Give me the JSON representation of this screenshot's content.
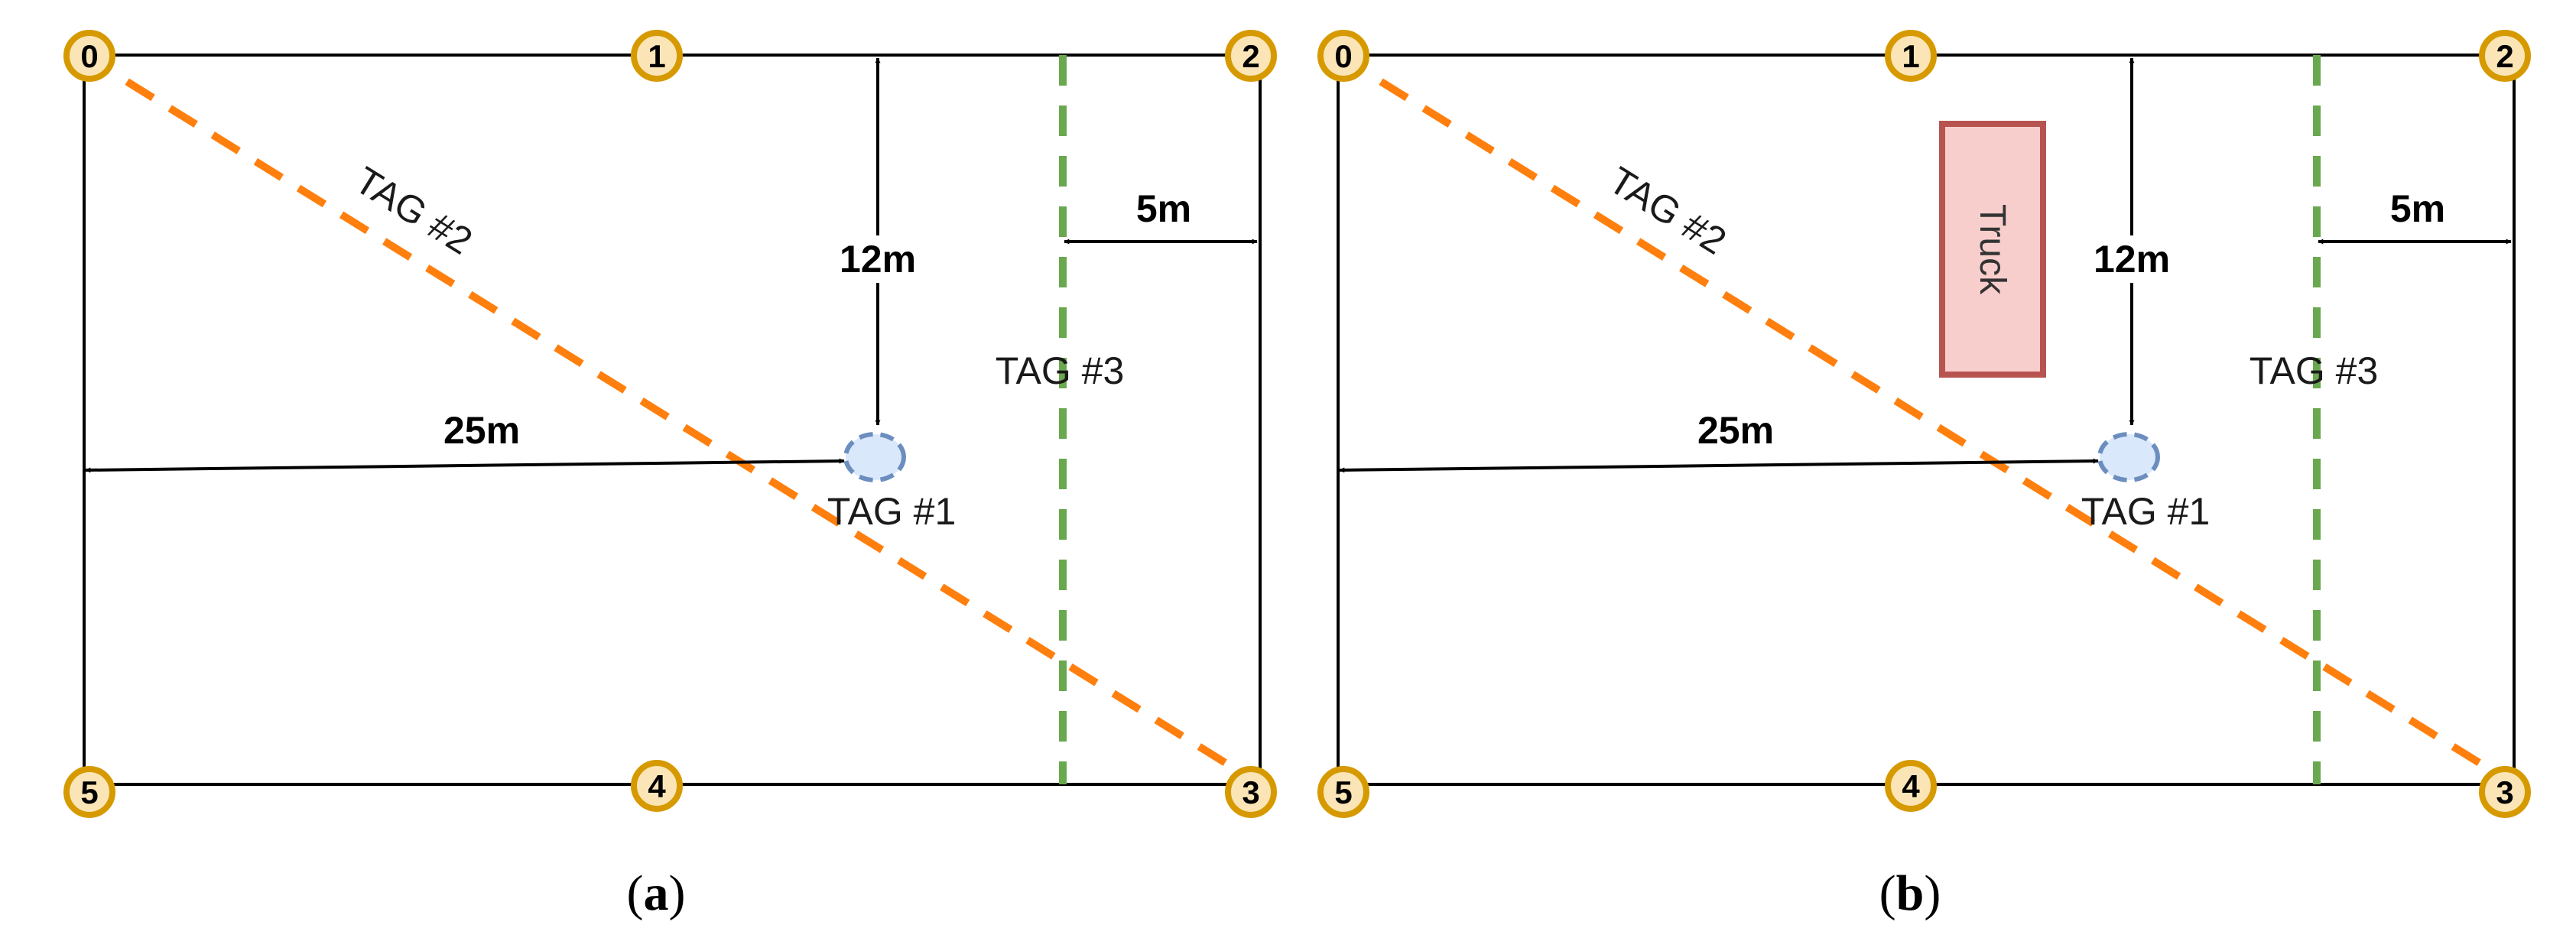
{
  "panels": [
    {
      "caption_open": "(",
      "caption_letter": "a",
      "caption_close": ")",
      "anchors": [
        "0",
        "1",
        "2",
        "3",
        "4",
        "5"
      ],
      "dimensions": {
        "vertical": "12m",
        "horizontal": "25m",
        "right": "5m"
      },
      "tags": {
        "tag1": "TAG #1",
        "tag2": "TAG #2",
        "tag3": "TAG #3"
      },
      "obstacle": null
    },
    {
      "caption_open": "(",
      "caption_letter": "b",
      "caption_close": ")",
      "anchors": [
        "0",
        "1",
        "2",
        "3",
        "4",
        "5"
      ],
      "dimensions": {
        "vertical": "12m",
        "horizontal": "25m",
        "right": "5m"
      },
      "tags": {
        "tag1": "TAG #1",
        "tag2": "TAG #2",
        "tag3": "TAG #3"
      },
      "obstacle": "Truck"
    }
  ],
  "colors": {
    "anchor_fill": "#fbe5b6",
    "anchor_stroke": "#d69a00",
    "tag2_line": "#ff7f0e",
    "tag3_line": "#6aa84f",
    "tag1_fill": "#dae8fc",
    "tag1_stroke": "#6c8ebf",
    "truck_fill": "#f8cecc",
    "truck_stroke": "#b85450"
  }
}
